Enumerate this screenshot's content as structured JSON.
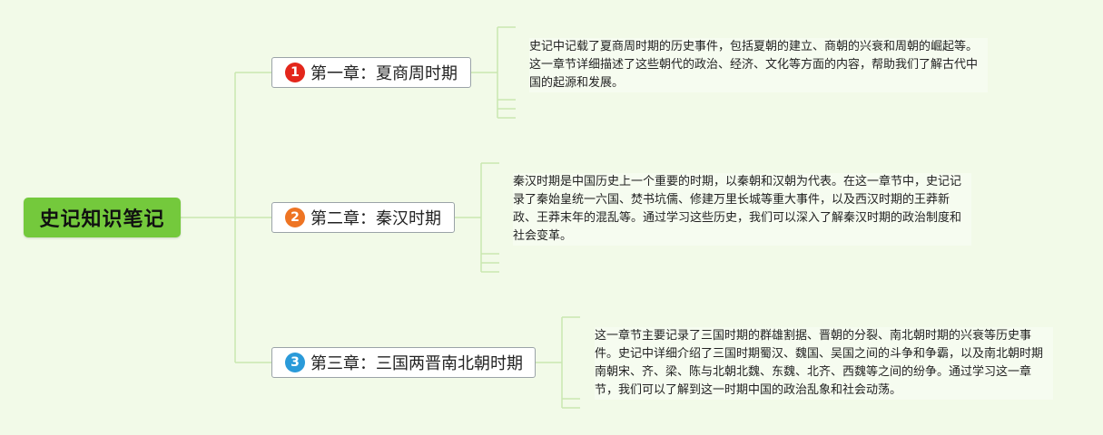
{
  "root": {
    "label": "史记知识笔记"
  },
  "colors": {
    "line": "#c9e7b0",
    "root_fill": "#74c93c",
    "box_border": "#9aa3a8"
  },
  "chapters": [
    {
      "number": "1",
      "badge_color": "#e3261b",
      "title": "第一章：夏商周时期",
      "note": "史记中记载了夏商周时期的历史事件，包括夏朝的建立、商朝的兴衰和周朝的崛起等。这一章节详细描述了这些朝代的政治、经济、文化等方面的内容，帮助我们了解古代中国的起源和发展。"
    },
    {
      "number": "2",
      "badge_color": "#ee7423",
      "title": "第二章：秦汉时期",
      "note": "秦汉时期是中国历史上一个重要的时期，以秦朝和汉朝为代表。在这一章节中，史记记录了秦始皇统一六国、焚书坑儒、修建万里长城等重大事件，以及西汉时期的王莽新政、王莽末年的混乱等。通过学习这些历史，我们可以深入了解秦汉时期的政治制度和社会变革。"
    },
    {
      "number": "3",
      "badge_color": "#2a9ad9",
      "title": "第三章：三国两晋南北朝时期",
      "note": "这一章节主要记录了三国时期的群雄割据、晋朝的分裂、南北朝时期的兴衰等历史事件。史记中详细介绍了三国时期蜀汉、魏国、吴国之间的斗争和争霸，以及南北朝时期南朝宋、齐、梁、陈与北朝北魏、东魏、北齐、西魏等之间的纷争。通过学习这一章节，我们可以了解到这一时期中国的政治乱象和社会动荡。"
    }
  ]
}
